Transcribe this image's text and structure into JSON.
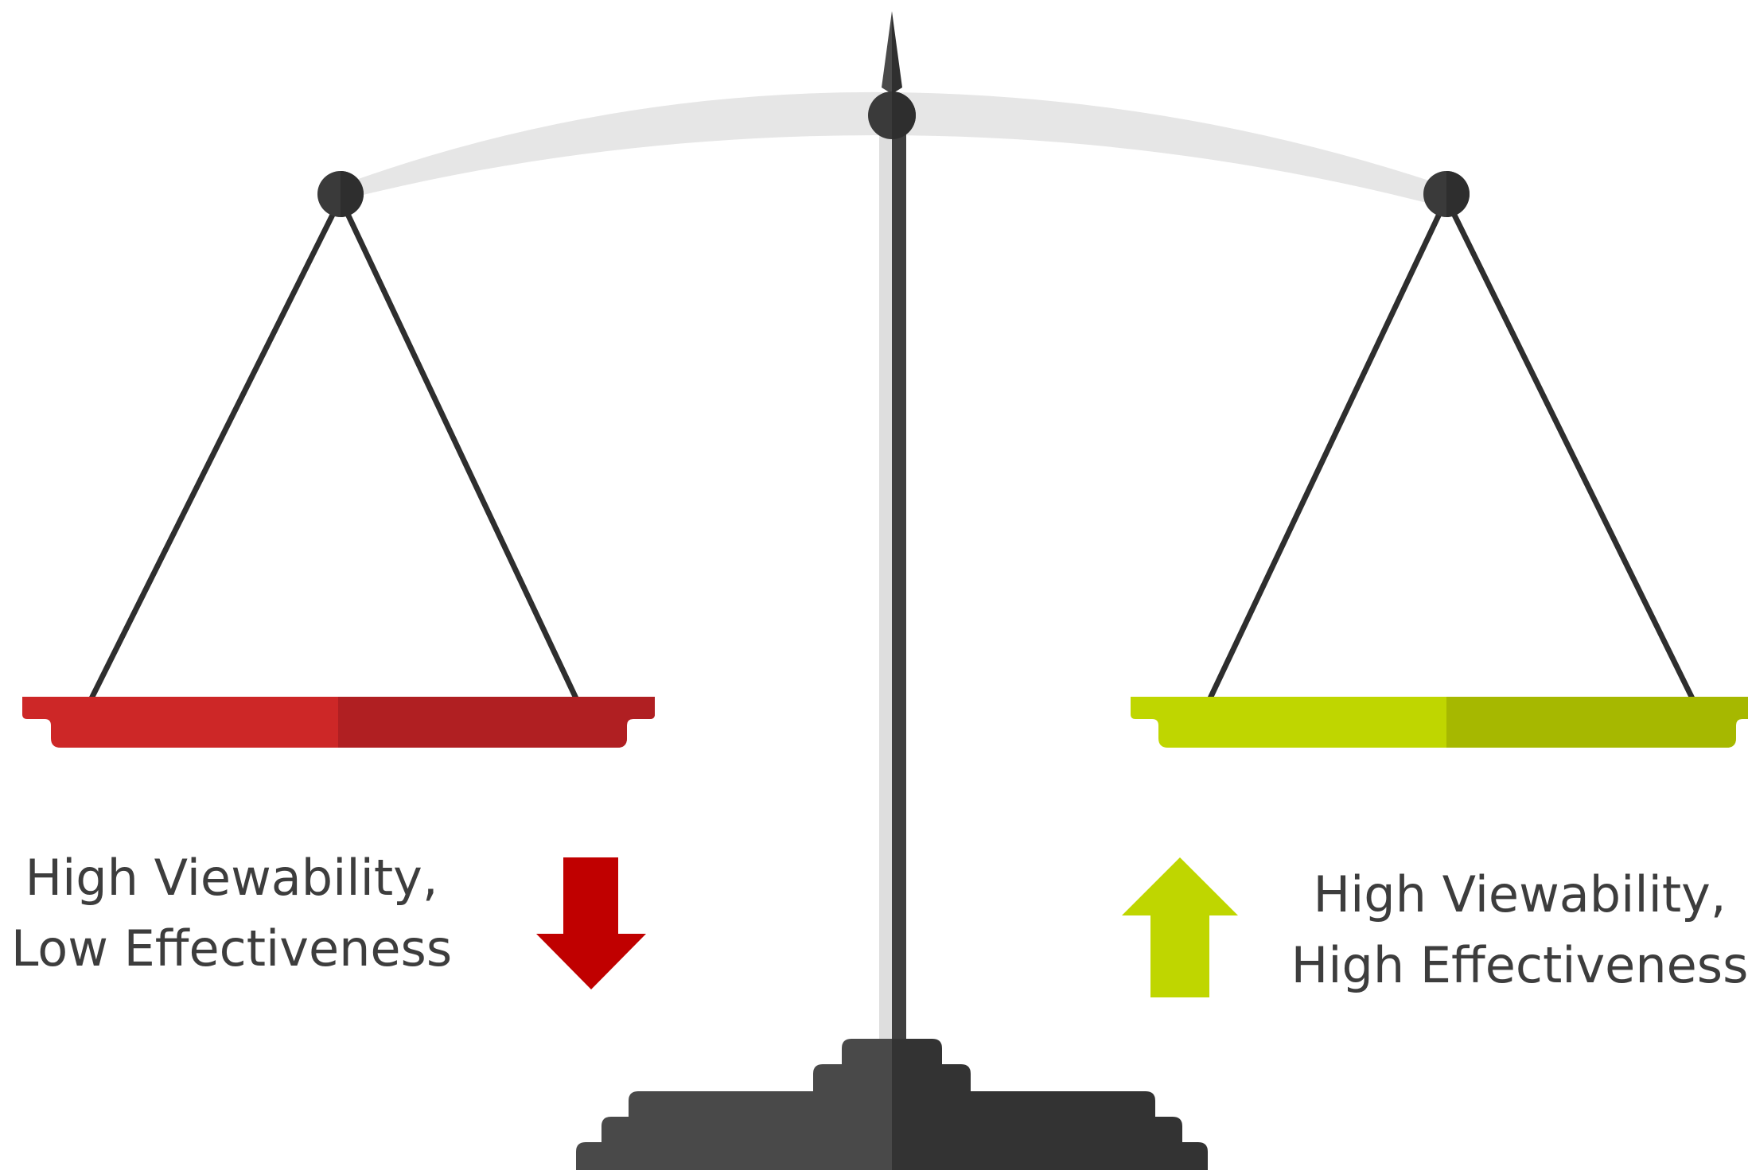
{
  "left_side": {
    "label_line1": "High Viewability,",
    "label_line2": "Low Effectiveness",
    "arrow": "arrow-down-icon",
    "pan_color": "#cd2727",
    "pan_shade": "#b01f22",
    "arrow_color": "#c00000"
  },
  "right_side": {
    "label_line1": "High Viewability,",
    "label_line2": "High Effectiveness",
    "arrow": "arrow-up-icon",
    "pan_color": "#bfd600",
    "pan_shade": "#a6b800",
    "arrow_color": "#bfd600"
  },
  "scale": {
    "beam_color": "#e6e6e6",
    "post_color": "#494949",
    "post_shade": "#333333",
    "text_color": "#3d3d3d"
  }
}
